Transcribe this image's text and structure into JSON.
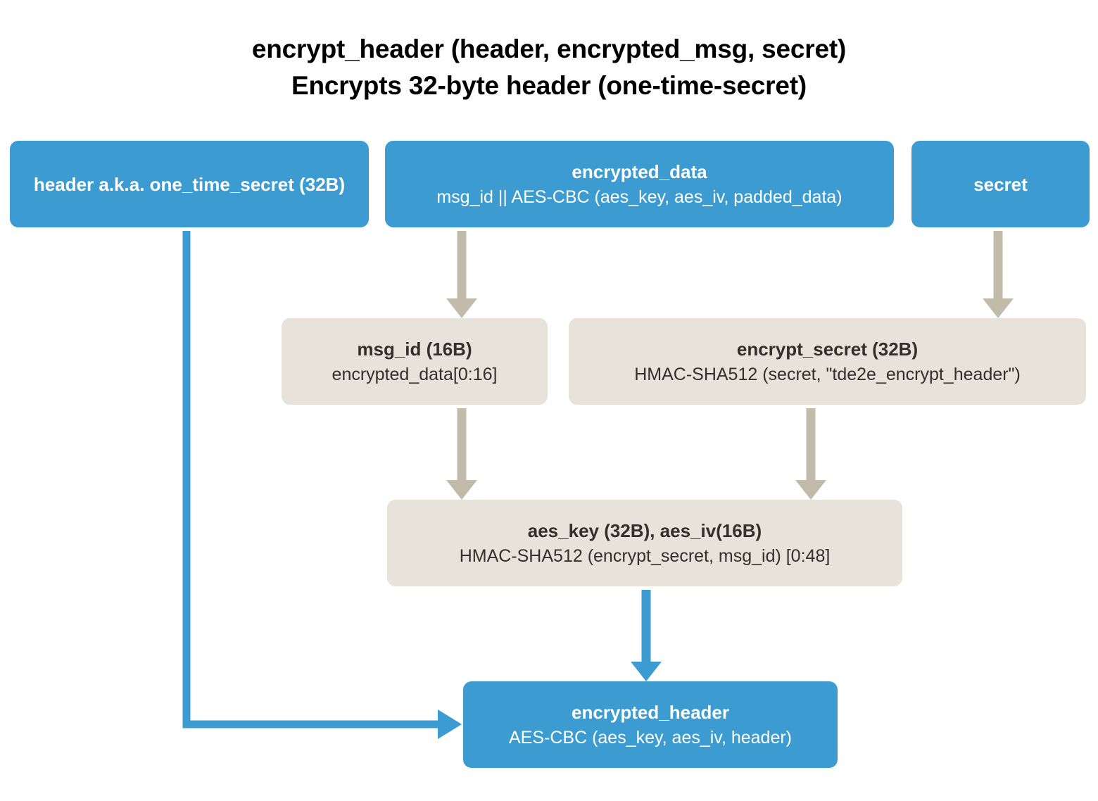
{
  "title": {
    "line1": "encrypt_header (header, encrypted_msg, secret)",
    "line2": "Encrypts 32-byte header (one-time-secret)"
  },
  "colors": {
    "blue": "#3c9bd0",
    "beige": "#e8e3da",
    "arrow_gray": "#c2bbaa",
    "arrow_blue": "#3c9bd0",
    "text_dark": "#333029",
    "text_light": "#ffffff",
    "background": "#ffffff"
  },
  "nodes": {
    "header": {
      "title": "header a.k.a. one_time_secret (32B)",
      "subtitle": "",
      "style": "blue"
    },
    "encrypted_data": {
      "title": "encrypted_data",
      "subtitle": "msg_id || AES-CBC (aes_key, aes_iv, padded_data)",
      "style": "blue"
    },
    "secret": {
      "title": "secret",
      "subtitle": "",
      "style": "blue"
    },
    "msg_id": {
      "title": "msg_id (16B)",
      "subtitle": "encrypted_data[0:16]",
      "style": "beige"
    },
    "encrypt_secret": {
      "title": "encrypt_secret (32B)",
      "subtitle": "HMAC-SHA512 (secret, \"tde2e_encrypt_header\")",
      "style": "beige"
    },
    "aes_key": {
      "title": "aes_key (32B), aes_iv(16B)",
      "subtitle": "HMAC-SHA512 (encrypt_secret, msg_id) [0:48]",
      "style": "beige"
    },
    "encrypted_header": {
      "title": "encrypted_header",
      "subtitle": "AES-CBC (aes_key, aes_iv, header)",
      "style": "blue"
    }
  },
  "edges": [
    {
      "id": "encrypted-data-to-msgid",
      "from": "encrypted_data",
      "to": "msg_id",
      "color": "#c2bbaa",
      "shape": "vertical"
    },
    {
      "id": "secret-to-encrypt-secret",
      "from": "secret",
      "to": "encrypt_secret",
      "color": "#c2bbaa",
      "shape": "vertical"
    },
    {
      "id": "msgid-to-aeskey",
      "from": "msg_id",
      "to": "aes_key",
      "color": "#c2bbaa",
      "shape": "vertical"
    },
    {
      "id": "encrypt-secret-to-aeskey",
      "from": "encrypt_secret",
      "to": "aes_key",
      "color": "#c2bbaa",
      "shape": "vertical"
    },
    {
      "id": "aeskey-to-encrypted-header",
      "from": "aes_key",
      "to": "encrypted_header",
      "color": "#3c9bd0",
      "shape": "vertical"
    },
    {
      "id": "header-to-encrypted-header",
      "from": "header",
      "to": "encrypted_header",
      "color": "#3c9bd0",
      "shape": "elbow"
    }
  ]
}
